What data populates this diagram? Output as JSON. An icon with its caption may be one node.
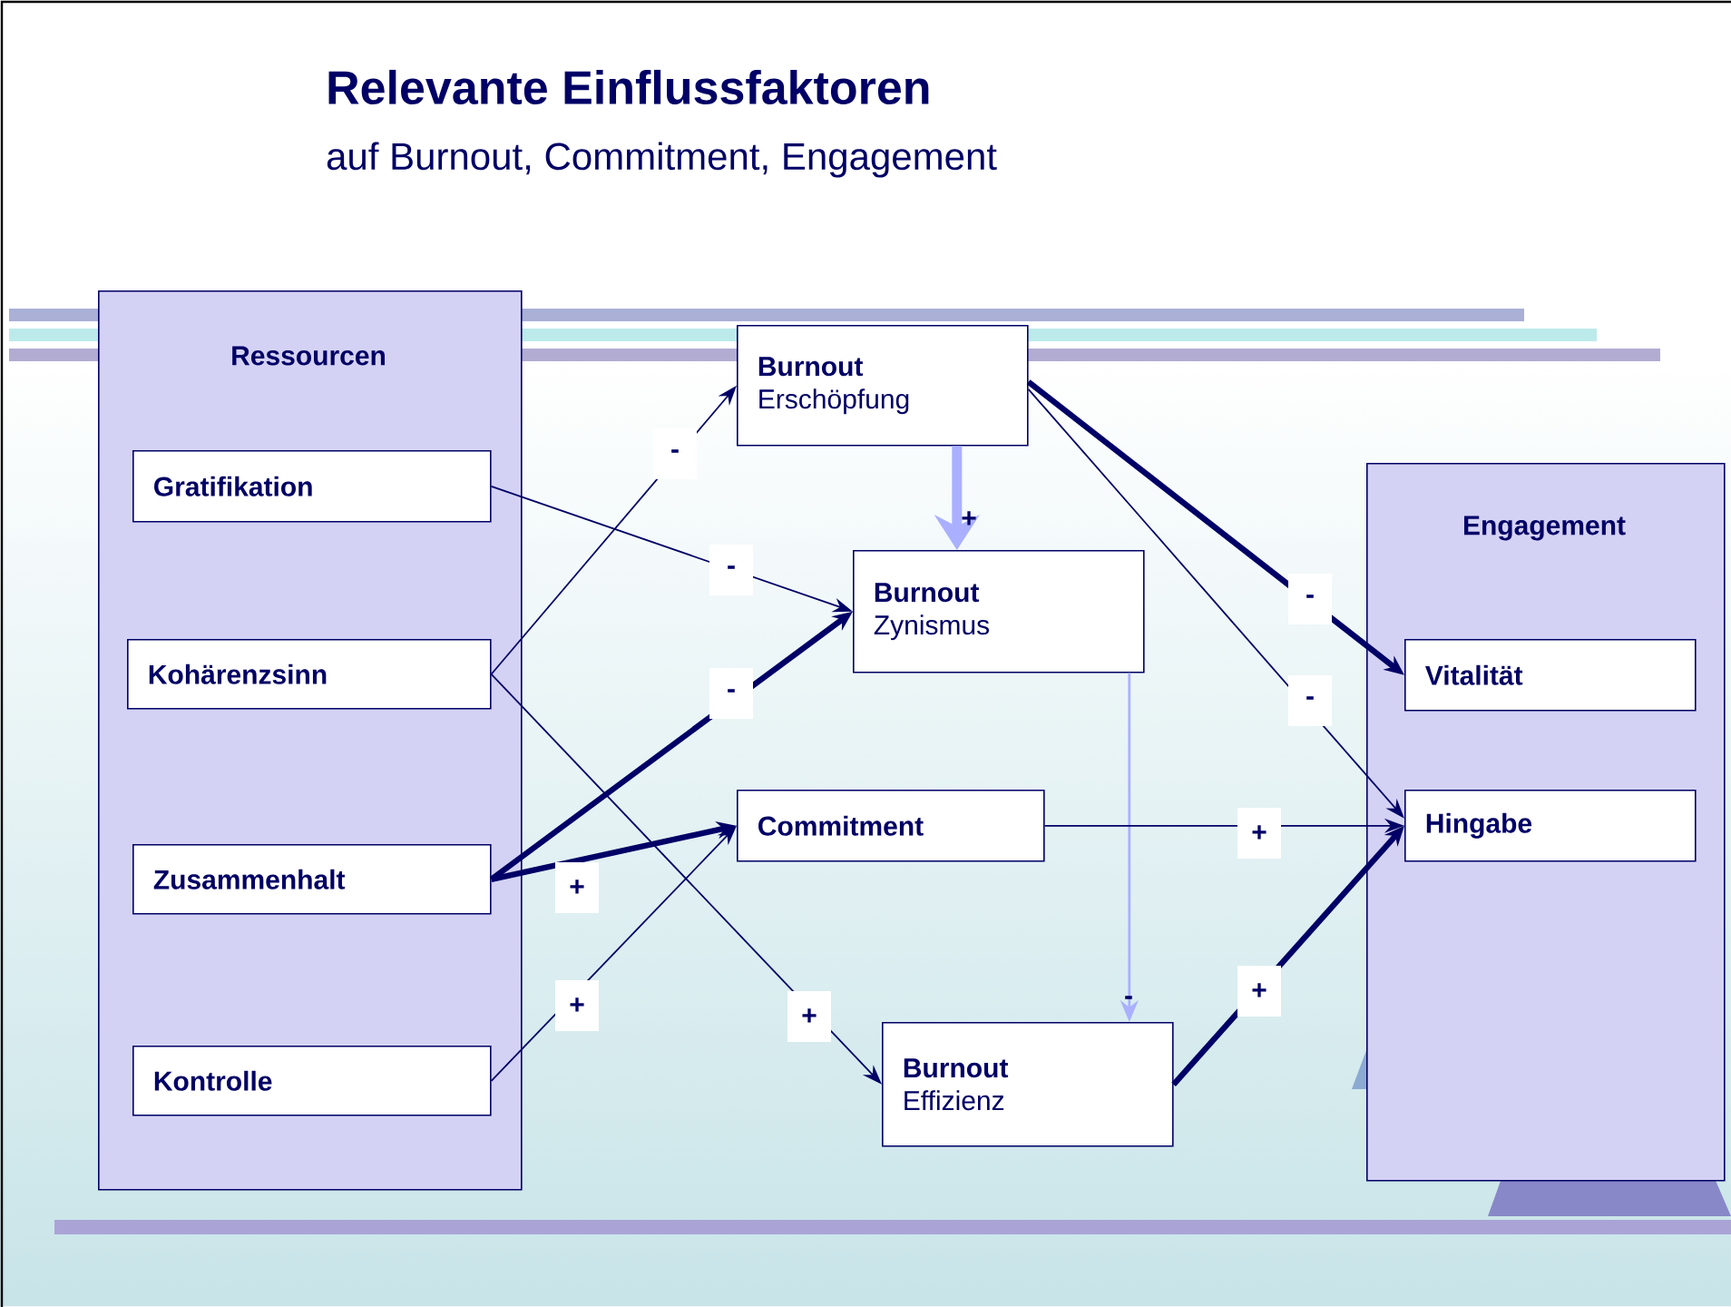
{
  "diagram": {
    "title": "Relevante Einflussfaktoren",
    "labels": [
      "auf Burnout, Commitment, Engagement"
    ],
    "nodes": [
      {
        "text": [
          "Ressourcen"
        ]
      },
      {
        "text": [
          "Gratifikation"
        ],
        "in": 0
      },
      {
        "text": [
          "Kohärenzsinn"
        ],
        "in": 0
      },
      {
        "text": [
          "Zusammenhalt"
        ],
        "in": 0
      },
      {
        "text": [
          "Kontrolle"
        ],
        "in": 0
      },
      {
        "text": [
          "Burnout",
          "Erschöpfung"
        ]
      },
      {
        "text": [
          "Burnout",
          "Zynismus"
        ]
      },
      {
        "text": [
          "Commitment"
        ]
      },
      {
        "text": [
          "Burnout",
          "Effizienz"
        ]
      },
      {
        "text": [
          "Engagement"
        ]
      },
      {
        "text": [
          "Vitalität"
        ],
        "in": 9
      },
      {
        "text": [
          "Hingabe"
        ],
        "in": 9
      }
    ],
    "edges": [
      {
        "from": 2,
        "to": 5,
        "arrow": "to",
        "label": "-"
      },
      {
        "from": 1,
        "to": 6,
        "arrow": "to",
        "label": "-"
      },
      {
        "from": 3,
        "to": 6,
        "arrow": "to",
        "label": "-",
        "style": "thick"
      },
      {
        "from": 2,
        "to": 8,
        "arrow": "to",
        "label": "+"
      },
      {
        "from": 3,
        "to": 7,
        "arrow": "to",
        "label": "+",
        "style": "thick"
      },
      {
        "from": 4,
        "to": 7,
        "arrow": "to",
        "label": "+"
      },
      {
        "from": 5,
        "to": 6,
        "arrow": "to",
        "label": "+",
        "style": "thick",
        "color": "#aab0ff"
      },
      {
        "from": 6,
        "to": 8,
        "arrow": "to",
        "label": "-",
        "color": "#aab0ff"
      },
      {
        "from": 5,
        "to": 10,
        "arrow": "to",
        "label": "-",
        "style": "thick"
      },
      {
        "from": 5,
        "to": 11,
        "arrow": "to",
        "label": "-"
      },
      {
        "from": 7,
        "to": 11,
        "arrow": "to",
        "label": "+"
      },
      {
        "from": 8,
        "to": 11,
        "arrow": "to",
        "label": "+",
        "style": "thick"
      }
    ]
  }
}
